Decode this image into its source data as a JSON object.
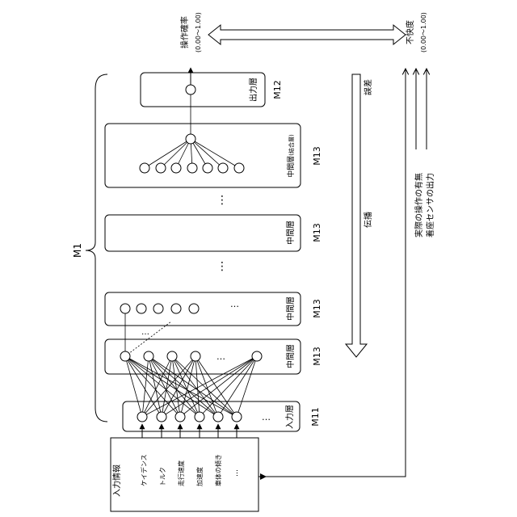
{
  "figure": {
    "input_box": {
      "title": "入力情報",
      "items": [
        "ケイデンス",
        "トルク",
        "走行速度",
        "加速度",
        "車体の傾き",
        "…"
      ]
    },
    "layers": {
      "input": {
        "label": "入力層",
        "ref": "M11"
      },
      "middle_1": {
        "label": "中間層",
        "ref": "M13"
      },
      "middle_2": {
        "label": "中間層",
        "ref": "M13"
      },
      "middle_3": {
        "label": "中間層",
        "ref": "M13"
      },
      "middle_concat": {
        "label": "中間層",
        "sub": "(結合層)",
        "ref": "M13"
      },
      "output": {
        "label": "出力層",
        "ref": "M12"
      }
    },
    "model_ref": "M1",
    "output_label": {
      "line1": "操作確率",
      "line2": "(0.00～1.00)"
    },
    "discomfort_label": {
      "line1": "不快度",
      "line2": "(0.00～1.00)"
    },
    "backprop": {
      "word1": "誤差",
      "word2": "伝播"
    },
    "targets": {
      "line1": "実際の操作の有無",
      "line2": "着座センサの出力"
    },
    "ellipsis": "…",
    "vdots": "⋮"
  }
}
